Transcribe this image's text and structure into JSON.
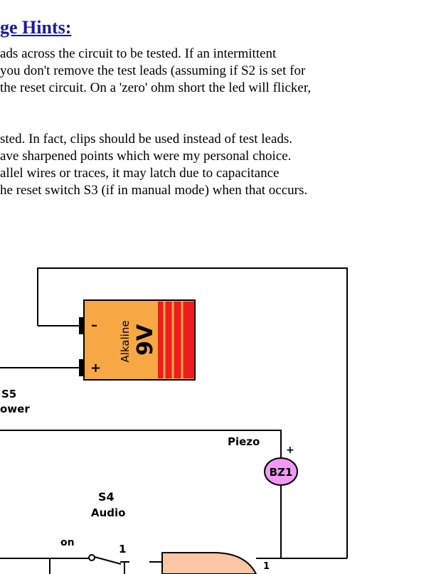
{
  "heading": "ge Hints:",
  "para1": [
    "ads across the circuit to be tested. If an intermittent",
    "you don't remove the test leads (assuming if S2 is set for",
    "the reset circuit. On a 'zero' ohm short the led will flicker,"
  ],
  "para2": [
    "sted. In fact, clips should be used instead of test leads.",
    "ave sharpened points which were my personal choice.",
    "allel wires or traces, it may latch due to capacitance",
    "he reset switch S3 (if in manual mode) when that occurs."
  ],
  "schematic": {
    "battery": {
      "voltage": "9V",
      "brand": "Alkaline",
      "minus_terminal": "–",
      "plus_terminal": "+",
      "body_color": "#f7a845",
      "stripe_color": "#ee1c1c"
    },
    "switch_s5": {
      "ref": "S5",
      "name": "ower"
    },
    "piezo": {
      "label": "Piezo",
      "ref": "BZ1",
      "polarity": "+",
      "color": "#f199f4"
    },
    "switch_s4": {
      "ref": "S4",
      "name": "Audio",
      "position_label": "on",
      "pin": "1"
    },
    "gate_pin": "1",
    "gate_color": "#fbc6a3"
  }
}
